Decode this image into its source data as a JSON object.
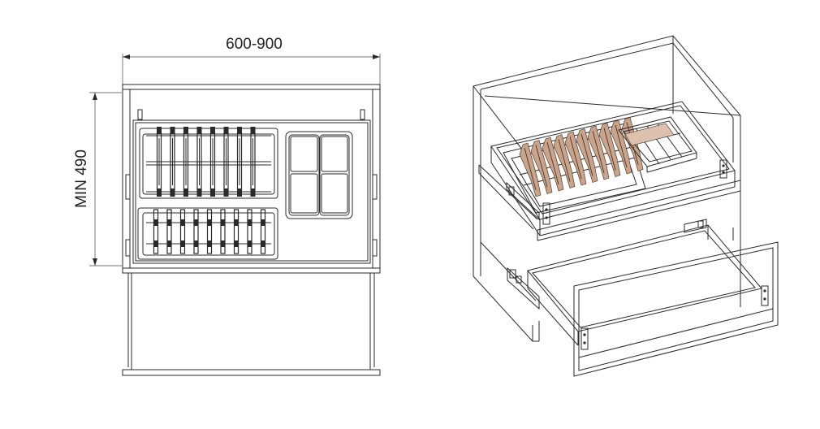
{
  "dimensions": {
    "width_label": "600-900",
    "height_label": "MIN 490"
  },
  "views": {
    "front": "front-view",
    "iso": "isometric-view"
  }
}
